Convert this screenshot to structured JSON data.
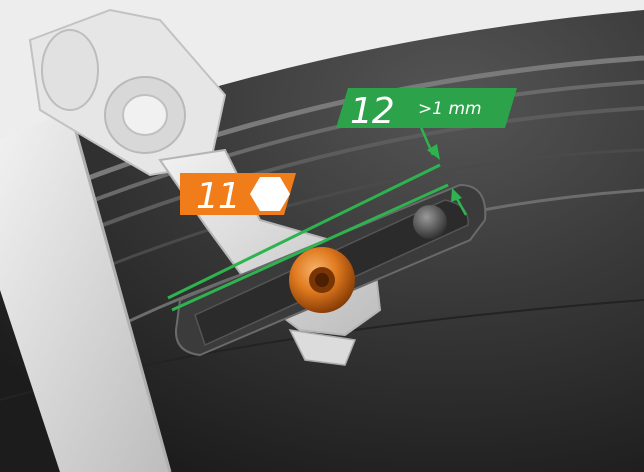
{
  "callouts": [
    {
      "number": "11",
      "icon": "hexagon-icon",
      "color": "#f07d1a"
    },
    {
      "number": "12",
      "text": ">1 mm",
      "color": "#2ca34a"
    }
  ],
  "colors": {
    "guide_line": "#2eb34f",
    "fastener": "#e07a1f",
    "tyre_dark": "#2a2a2a",
    "part_gray": "#d9d9d9"
  }
}
